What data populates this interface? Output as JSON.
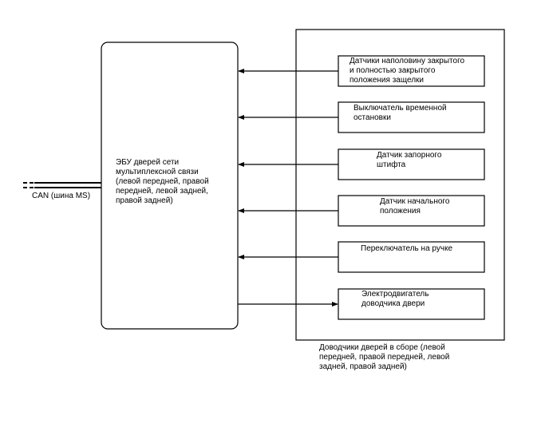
{
  "diagram": {
    "bus_label": "CAN (шина MS)",
    "ecu_label": "ЭБУ дверей сети\nмультиплексной связи\n(левой передней, правой\nпередней, левой задней,\nправой задней)",
    "assembly_label": "Доводчики дверей в сборе (левой\nпередней, правой передней, левой\nзадней, правой задней)",
    "components": [
      {
        "label": "Датчики наполовину закрытого\nи полностью закрытого\nположения защелки",
        "signal": "input"
      },
      {
        "label": "Выключатель временной\nостановки",
        "signal": "input"
      },
      {
        "label": "Датчик запорного\nштифта",
        "signal": "input"
      },
      {
        "label": "Датчик начального\nположения",
        "signal": "input"
      },
      {
        "label": "Переключатель на ручке",
        "signal": "input"
      },
      {
        "label": "Электродвигатель\nдоводчика двери",
        "signal": "output"
      }
    ],
    "colors": {
      "stroke": "#000000",
      "background": "#ffffff"
    }
  }
}
